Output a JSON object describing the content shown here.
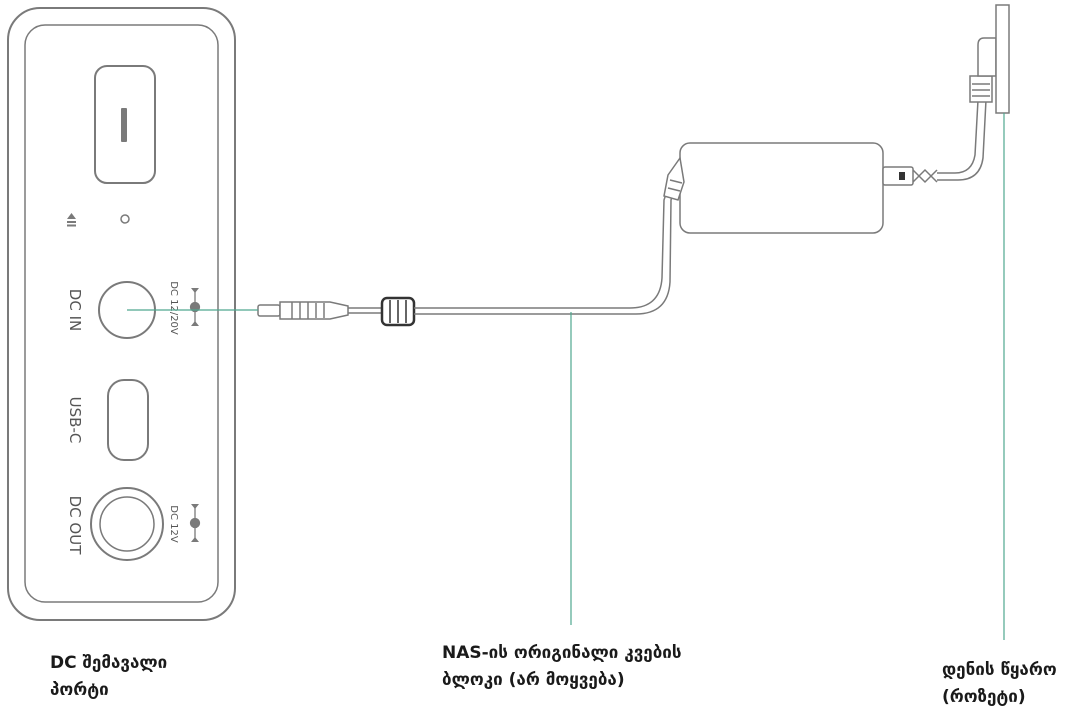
{
  "colors": {
    "line": "#7a7a7a",
    "leader": "#4fa88f",
    "text": "#1a1a1a"
  },
  "device": {
    "ports": {
      "dc_in": "DC IN",
      "dc_in_rating": "DC 12/20V",
      "usb_c": "USB-C",
      "dc_out": "DC OUT",
      "dc_out_rating": "DC 12V"
    },
    "icons": [
      "eject-icon",
      "reset-pinhole-icon",
      "polarity-icon"
    ]
  },
  "callouts": {
    "dc_input": {
      "line1": "DC შემავალი",
      "line2": "პორტი"
    },
    "adapter": {
      "line1": "NAS-ის ორიგინალი კვების",
      "line2": "ბლოკი (არ მოყვება)"
    },
    "outlet": {
      "line1": "დენის წყარო",
      "line2": "(როზეტი)"
    }
  }
}
